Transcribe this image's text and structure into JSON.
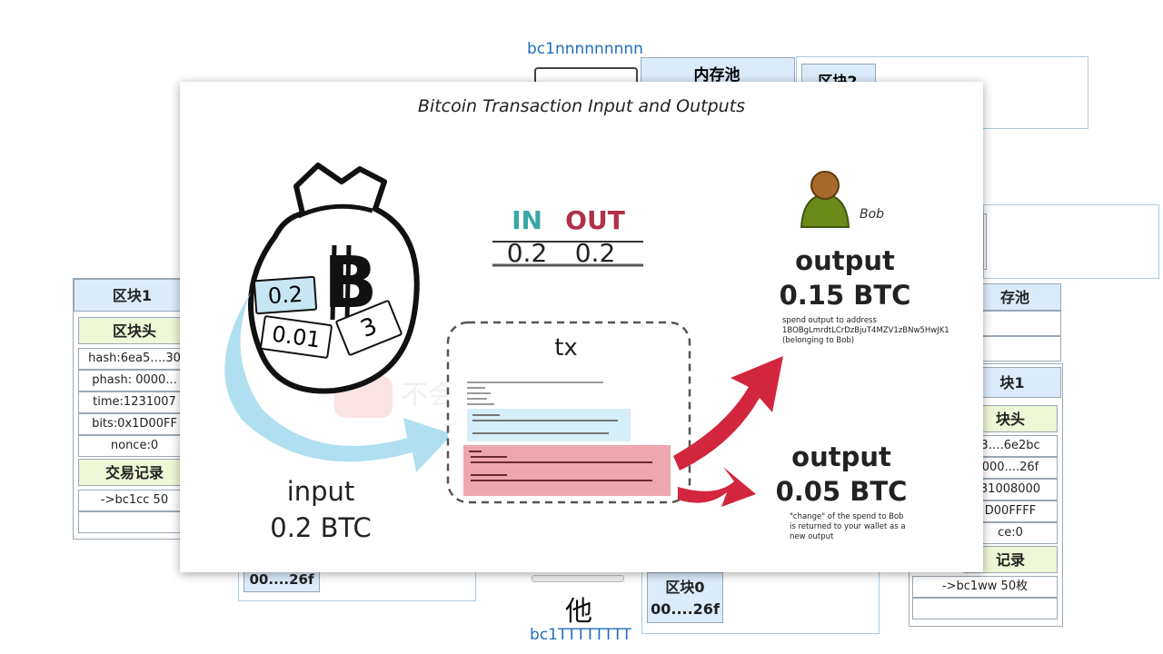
{
  "background": {
    "address_top": "bc1nnnnnnnnn",
    "address_bottom": "bc1TTTTTTTT",
    "mempool_top": "内存池",
    "block2_top": "区块2",
    "mempool_right": "存池",
    "he_char": "他",
    "left_block": {
      "title": "区块1",
      "header_label": "区块头",
      "rows": [
        "hash:6ea5….30",
        "phash: 0000...",
        "time:1231007",
        "bits:0x1D00FF",
        "nonce:0"
      ],
      "tx_label": "交易记录",
      "tx_row": "->bc1cc 50"
    },
    "right_block": {
      "title": "块1",
      "header_label": "块头",
      "rows": [
        "3….6e2bc",
        "000....26f",
        "31008000",
        "D00FFFF",
        "ce:0"
      ],
      "tx_label": "记录",
      "tx_row": "->bc1ww 50枚"
    },
    "bottom_left_hash": "00....26f",
    "bottom_block0_title": "区块0",
    "bottom_block0_hash": "00....26f"
  },
  "slide": {
    "title": "Bitcoin Transaction Input and Outputs",
    "bag_amounts": [
      "0.2",
      "0.01",
      "3"
    ],
    "in_label": "IN",
    "out_label": "OUT",
    "in_value": "0.2",
    "out_value": "0.2",
    "tx_label": "tx",
    "input_label": "input",
    "input_value": "0.2 BTC",
    "bob_label": "Bob",
    "output1_label": "output",
    "output1_value": "0.15 BTC",
    "output1_note_1": "spend output to address",
    "output1_note_2": "1BOBgLmrdtLCrDzBjuT4MZV1zBNw5HwJK1",
    "output1_note_3": "(belonging to Bob)",
    "output2_label": "output",
    "output2_value": "0.05 BTC",
    "output2_note_1": "\"change\" of the spend to Bob",
    "output2_note_2": "is returned to your wallet as a",
    "output2_note_3": "new output",
    "watermark": "不会什么"
  },
  "colors": {
    "in": "#3aa6a6",
    "out": "#b03048",
    "arrow_red": "#d2263c",
    "arrow_blue": "#a7dcef",
    "box_blue": "#a9cbe3"
  }
}
